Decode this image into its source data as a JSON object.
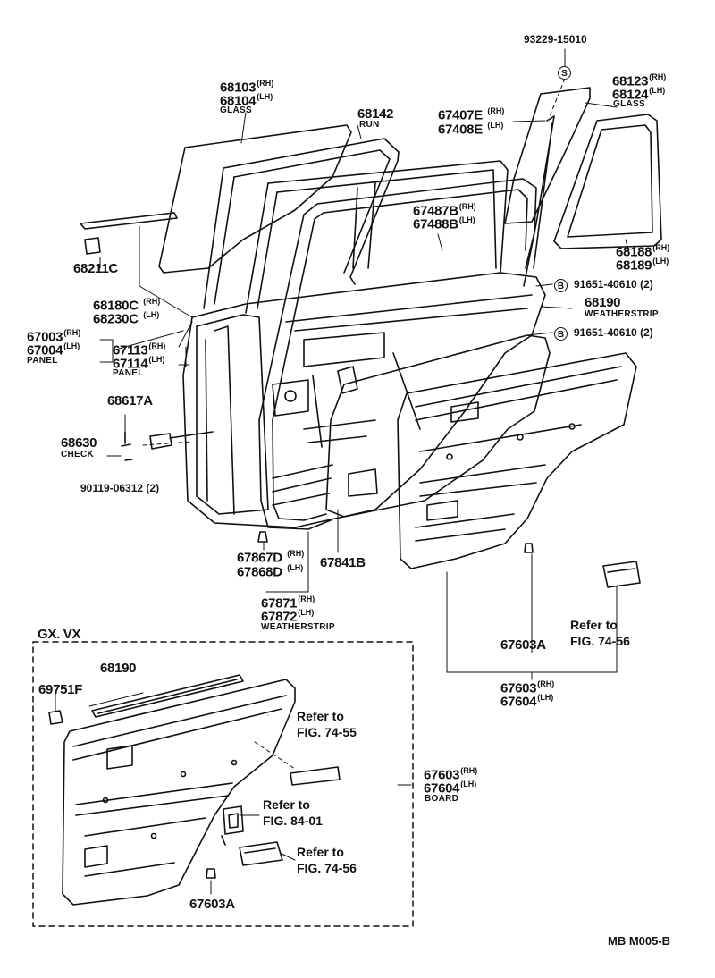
{
  "parts": {
    "p93229": "93229-15010",
    "p68103": {
      "code": "68103",
      "side": "(RH)"
    },
    "p68104": {
      "code": "68104",
      "side": "(LH)"
    },
    "glass_front": "GLASS",
    "p68142": "68142",
    "run": "RUN",
    "p67407E": {
      "code": "67407E",
      "side": "(RH)"
    },
    "p67408E": {
      "code": "67408E",
      "side": "(LH)"
    },
    "p68123": {
      "code": "68123",
      "side": "(RH)"
    },
    "p68124": {
      "code": "68124",
      "side": "(LH)"
    },
    "glass_rear": "GLASS",
    "p67487B": {
      "code": "67487B",
      "side": "(RH)"
    },
    "p67488B": {
      "code": "67488B",
      "side": "(LH)"
    },
    "p68188": {
      "code": "68188",
      "side": "(RH)"
    },
    "p68189": {
      "code": "68189",
      "side": "(LH)"
    },
    "p68211C": "68211C",
    "p68180C": {
      "code": "68180C",
      "side": "(RH)"
    },
    "p68230C": {
      "code": "68230C",
      "side": "(LH)"
    },
    "p91651a": "91651-40610 (2)",
    "p68190": "68190",
    "weatherstrip1": "WEATHERSTRIP",
    "p91651b": "91651-40610 (2)",
    "p67003": {
      "code": "67003",
      "side": "(RH)"
    },
    "p67004": {
      "code": "67004",
      "side": "(LH)"
    },
    "panel1": "PANEL",
    "p67113": {
      "code": "67113",
      "side": "(RH)"
    },
    "p67114": {
      "code": "67114",
      "side": "(LH)"
    },
    "panel2": "PANEL",
    "p68617A": "68617A",
    "p68630": "68630",
    "check": "CHECK",
    "p90119": "90119-06312 (2)",
    "p67867D": {
      "code": "67867D",
      "side": "(RH)"
    },
    "p67868D": {
      "code": "67868D",
      "side": "(LH)"
    },
    "p67841B": "67841B",
    "p67871": {
      "code": "67871",
      "side": "(RH)"
    },
    "p67872": {
      "code": "67872",
      "side": "(LH)"
    },
    "weatherstrip2": "WEATHERSTRIP",
    "p67603A": "67603A",
    "ref7456a": {
      "line1": "Refer to",
      "line2": "FIG. 74-56"
    },
    "p67603": {
      "code": "67603",
      "side": "(RH)"
    },
    "p67604": {
      "code": "67604",
      "side": "(LH)"
    }
  },
  "inset": {
    "title": "GX. VX",
    "p68190": "68190",
    "p69751F": "69751F",
    "ref7455": {
      "line1": "Refer to",
      "line2": "FIG. 74-55"
    },
    "p67603": {
      "code": "67603",
      "side": "(RH)"
    },
    "p67604": {
      "code": "67604",
      "side": "(LH)"
    },
    "board": "BOARD",
    "ref8401": {
      "line1": "Refer to",
      "line2": "FIG. 84-01"
    },
    "ref7456": {
      "line1": "Refer to",
      "line2": "FIG. 74-56"
    },
    "p67603A": "67603A"
  },
  "markers": {
    "s": "S",
    "b": "B"
  },
  "footer": {
    "code": "MB  M005-B"
  }
}
